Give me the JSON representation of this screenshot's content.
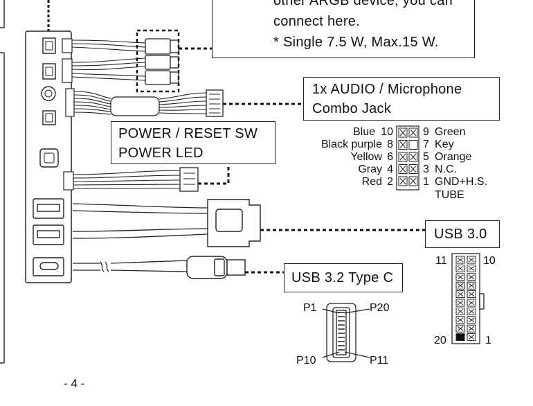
{
  "warning": {
    "line1": "other ARGB device, you can",
    "line2": "connect here.",
    "line3": "* Single 7.5 W, Max.15 W."
  },
  "audio": {
    "line1": "1x AUDIO / Microphone",
    "line2": "Combo Jack",
    "pins_left": [
      {
        "label": "Blue",
        "num": "10"
      },
      {
        "label": "Black purple",
        "num": "8"
      },
      {
        "label": "Yellow",
        "num": "6"
      },
      {
        "label": "Gray",
        "num": "4"
      },
      {
        "label": "Red",
        "num": "2"
      }
    ],
    "pins_right": [
      {
        "num": "9",
        "label": "Green"
      },
      {
        "num": "7",
        "label": "Key"
      },
      {
        "num": "5",
        "label": "Orange"
      },
      {
        "num": "3",
        "label": "N.C."
      },
      {
        "num": "1",
        "label": "GND+H.S."
      }
    ],
    "pin1_extra": "TUBE"
  },
  "power": {
    "line1": "POWER / RESET SW",
    "line2": "POWER LED"
  },
  "usb3": {
    "label": "USB 3.0",
    "pin_tl": "11",
    "pin_tr": "10",
    "pin_bl": "20",
    "pin_br": "1"
  },
  "typec": {
    "label": "USB 3.2 Type C",
    "p1": "P1",
    "p20": "P20",
    "p10": "P10",
    "p11": "P11"
  },
  "page_number": "- 4 -"
}
